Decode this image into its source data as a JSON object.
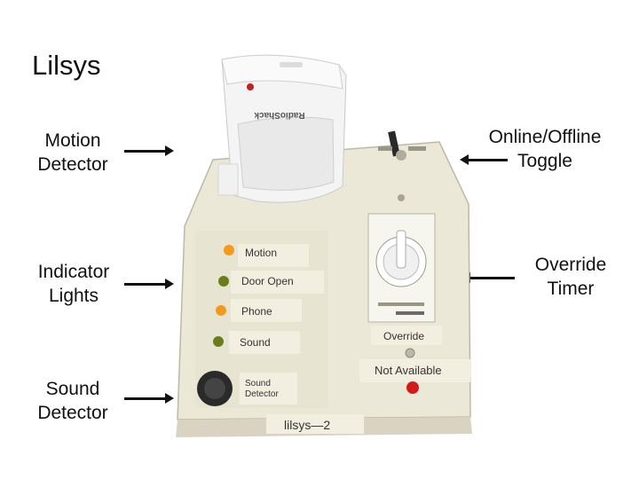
{
  "title": "Lilsys",
  "labels": {
    "motion_detector": "Motion\nDetector",
    "indicator_lights": "Indicator\nLights",
    "sound_detector": "Sound\nDetector",
    "online_toggle": "Online/Offline\nToggle",
    "override_timer": "Override\nTimer"
  },
  "device": {
    "panel_labels": [
      "Motion",
      "Door Open",
      "Phone",
      "Sound"
    ],
    "sound_detector_label": "Sound\nDetector",
    "override_label": "Override",
    "not_available_label": "Not Available",
    "unit_name": "lilsys—2",
    "sensor_brand": "RadioShack"
  },
  "colors": {
    "body": "#ece8d8",
    "led_orange": "#f39a1a",
    "led_green": "#6b7d1a",
    "led_red": "#d21a1a"
  }
}
